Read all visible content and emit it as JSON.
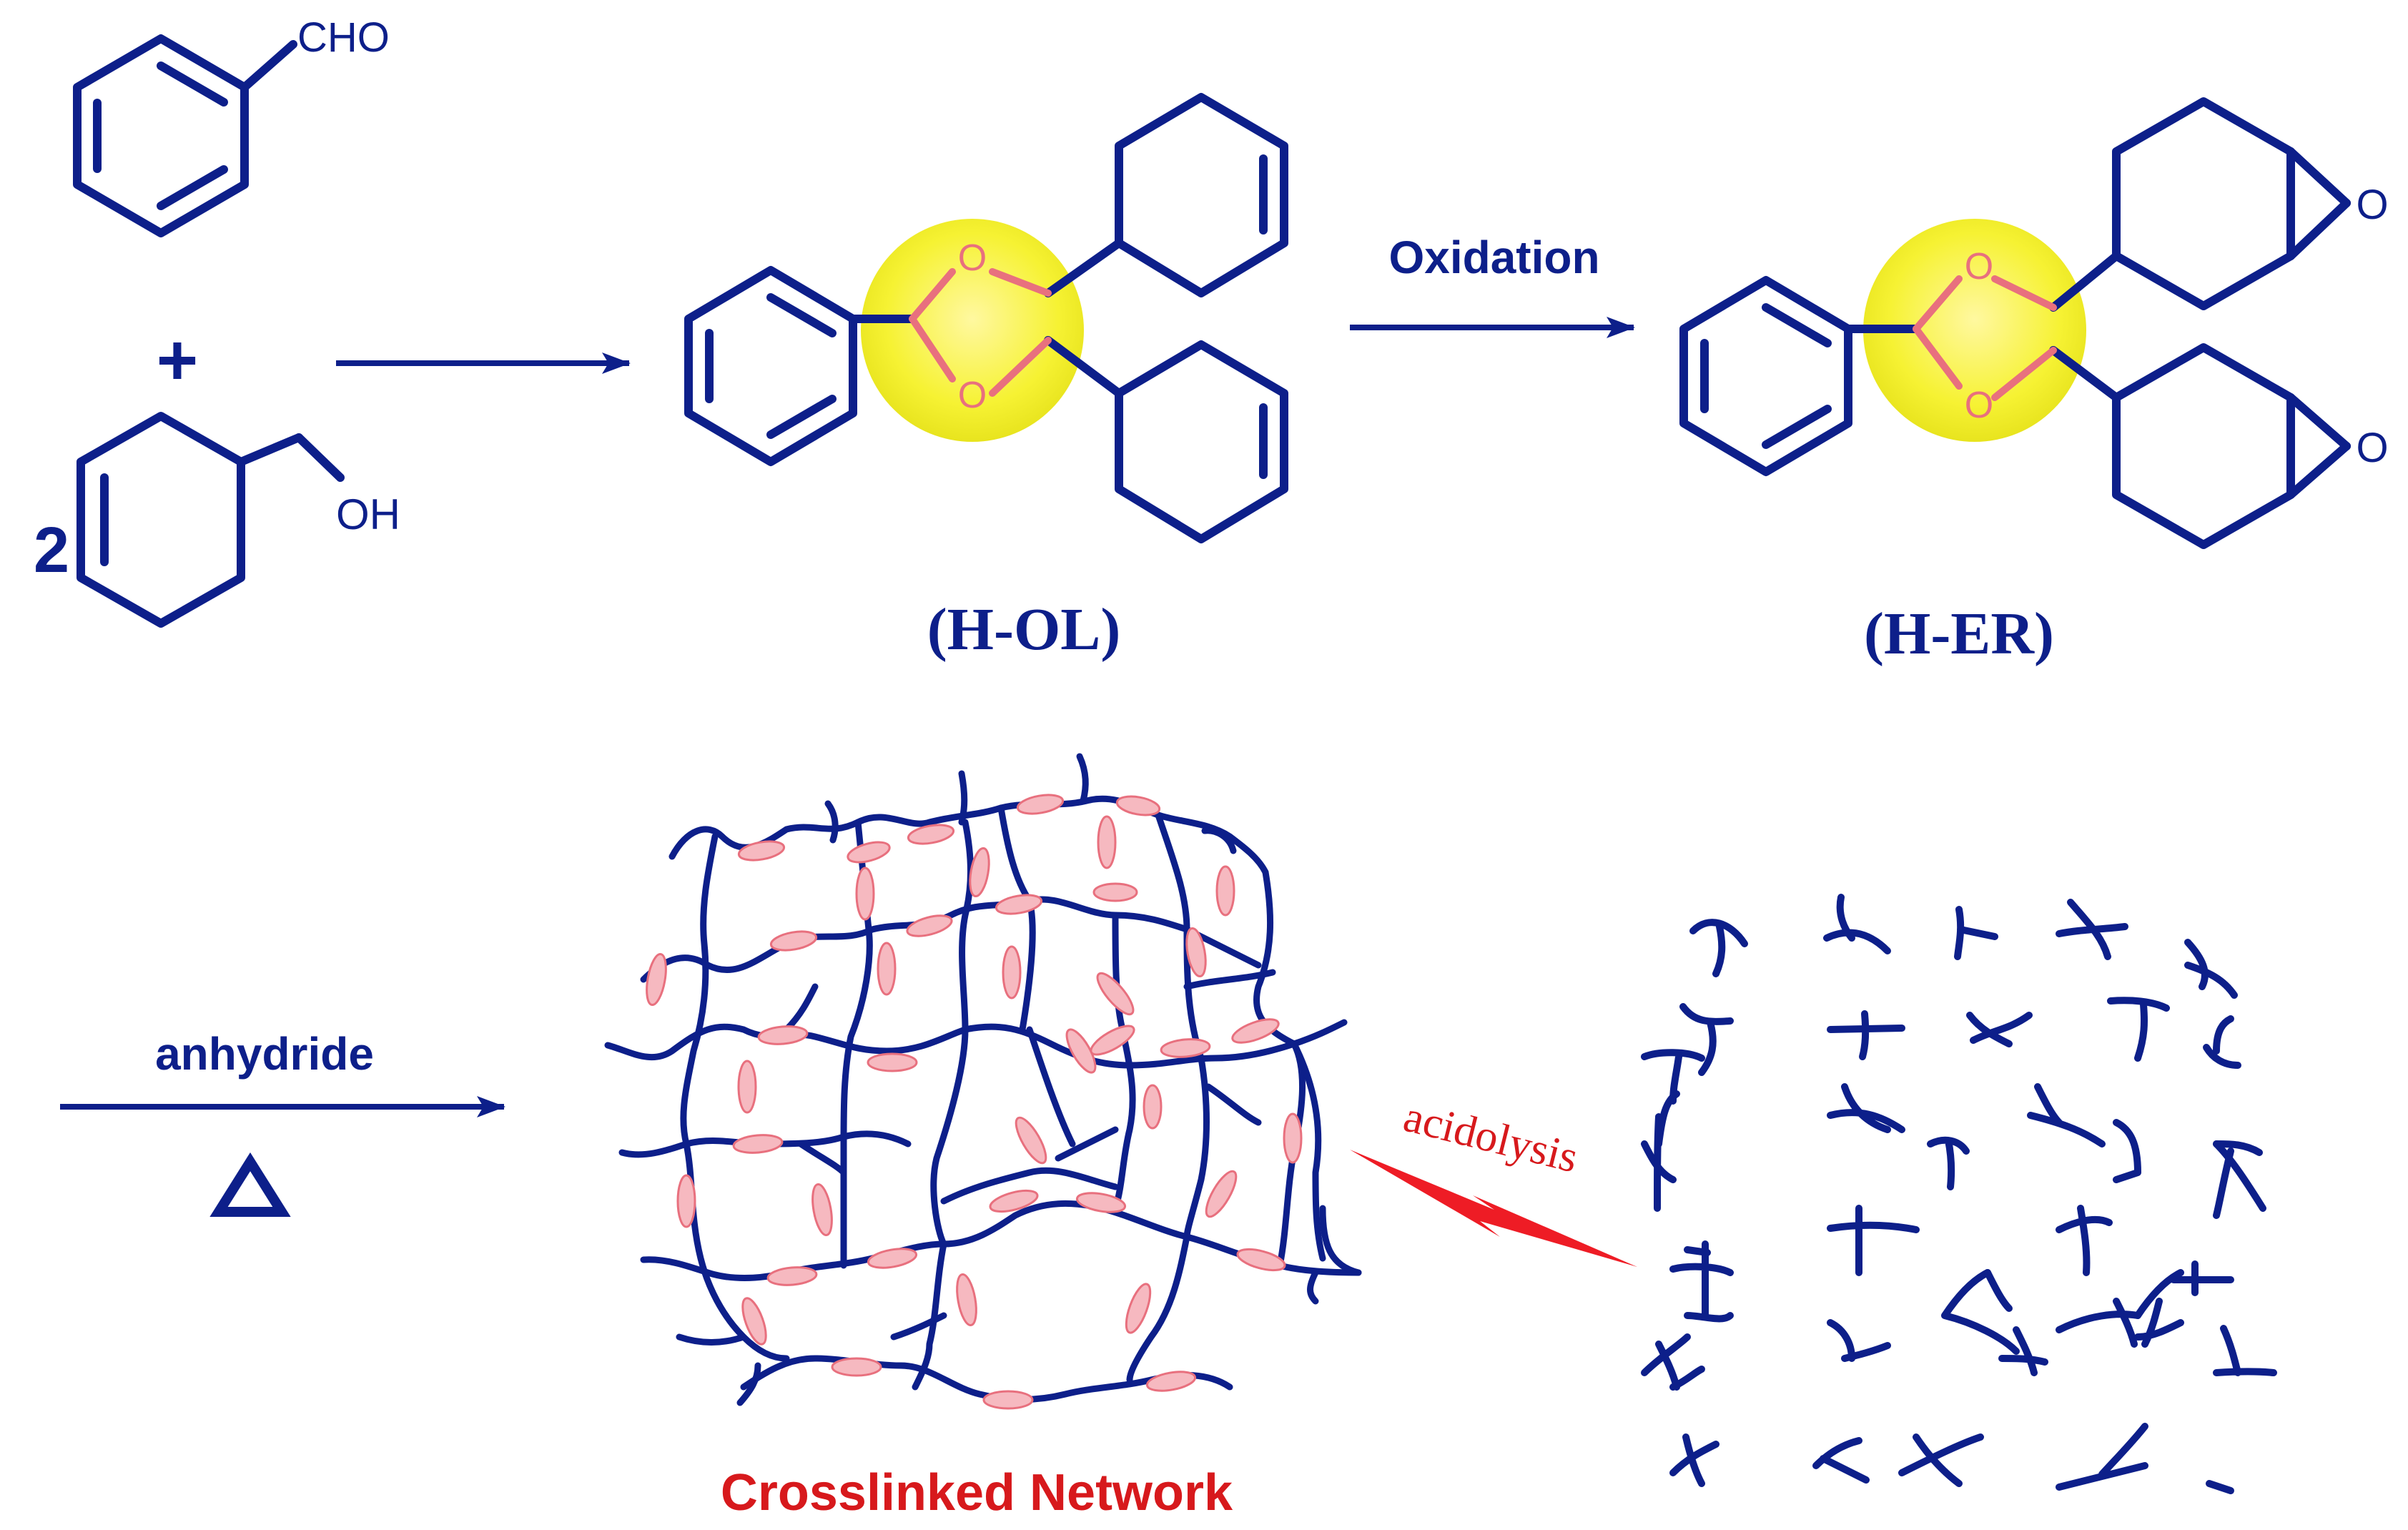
{
  "colors": {
    "bond": "#0d1f8a",
    "acetal_bond": "#e8707e",
    "highlight": "#f6f233",
    "red_text": "#d7191c",
    "link_fill": "#f6b9c0",
    "link_stroke": "#e8707e",
    "bolt": "#ee1c25"
  },
  "reactants": {
    "aldehyde_group": "CHO",
    "plus": "+",
    "coefficient": "2",
    "alcohol_group": "OH"
  },
  "hol": {
    "ring_oxygen_top": "O",
    "ring_oxygen_bottom": "O",
    "label": "(H-OL)"
  },
  "oxidation_step": {
    "label": "Oxidation"
  },
  "her": {
    "ring_oxygen_top": "O",
    "ring_oxygen_bottom": "O",
    "epoxide_top": "O",
    "epoxide_bottom": "O",
    "label": "(H-ER)"
  },
  "curing_step": {
    "reagent": "anhydride",
    "condition_icon": "triangle-heat-icon"
  },
  "network": {
    "caption": "Crosslinked Network"
  },
  "degradation": {
    "label": "acidolysis",
    "icon": "lightning-bolt-icon"
  }
}
